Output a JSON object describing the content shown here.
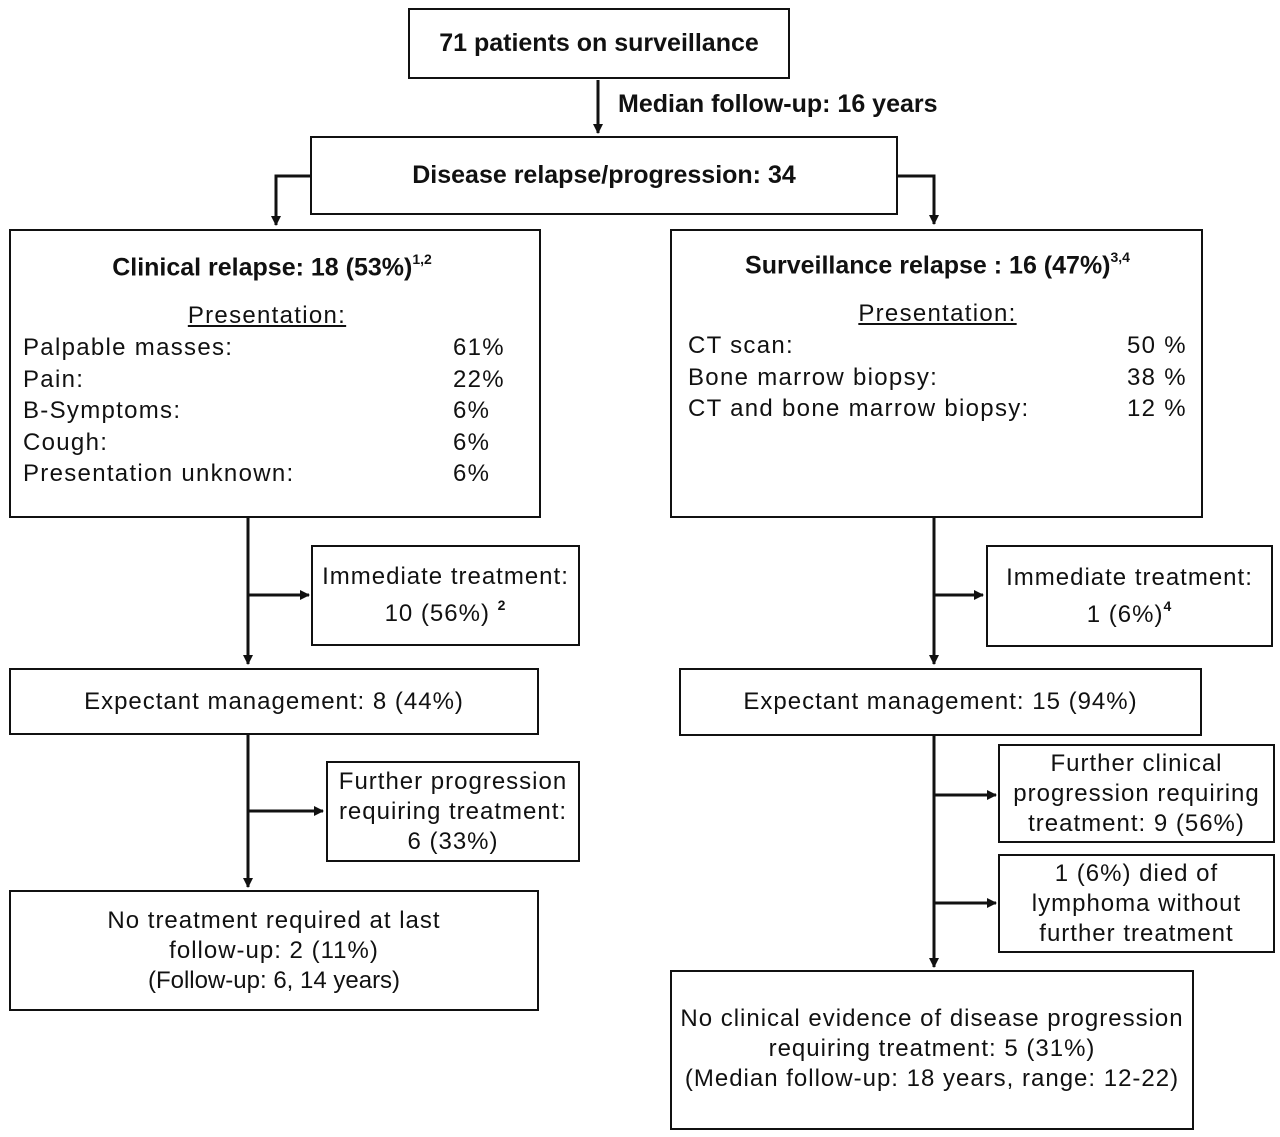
{
  "top_box": "71 patients on surveillance",
  "median_followup": "Median follow-up: 16 years",
  "relapse_box": "Disease relapse/progression: 34",
  "clinical": {
    "title": "Clinical relapse: 18 (53%)",
    "title_sup": "1,2",
    "presentation_heading": "Presentation:",
    "items": [
      {
        "label": "Palpable masses:",
        "pct": "61%"
      },
      {
        "label": "Pain:",
        "pct": "22%"
      },
      {
        "label": "B-Symptoms:",
        "pct": "6%"
      },
      {
        "label": "Cough:",
        "pct": "6%"
      },
      {
        "label": "Presentation unknown:",
        "pct": "6%"
      }
    ],
    "immediate_line1": "Immediate treatment:",
    "immediate_line2": "10 (56%)",
    "immediate_sup": "2",
    "expectant": "Expectant management: 8 (44%)",
    "further_line1": "Further progression",
    "further_line2": "requiring treatment:",
    "further_line3": "6 (33%)",
    "notreat_line1": "No treatment required at last",
    "notreat_line2": "follow-up: 2 (11%)",
    "notreat_line3": "(Follow-up: 6, 14 years)"
  },
  "surveillance": {
    "title": "Surveillance relapse : 16 (47%)",
    "title_sup": "3,4",
    "presentation_heading": "Presentation:",
    "items": [
      {
        "label": "CT scan:",
        "pct": "50 %"
      },
      {
        "label": "Bone marrow biopsy:",
        "pct": "38 %"
      },
      {
        "label": "CT and bone marrow biopsy:",
        "pct": "12 %"
      }
    ],
    "immediate_line1": "Immediate treatment:",
    "immediate_line2": "1 (6%)",
    "immediate_sup": "4",
    "expectant": "Expectant management: 15 (94%)",
    "further_line1": "Further clinical",
    "further_line2": "progression requiring",
    "further_line3": "treatment: 9 (56%)",
    "died_line1": "1 (6%) died of",
    "died_line2": "lymphoma without",
    "died_line3": "further treatment",
    "noevidence_line1": "No clinical evidence of disease progression",
    "noevidence_line2": "requiring treatment: 5 (31%)",
    "noevidence_line3": "(Median follow-up: 18 years, range: 12-22)"
  }
}
